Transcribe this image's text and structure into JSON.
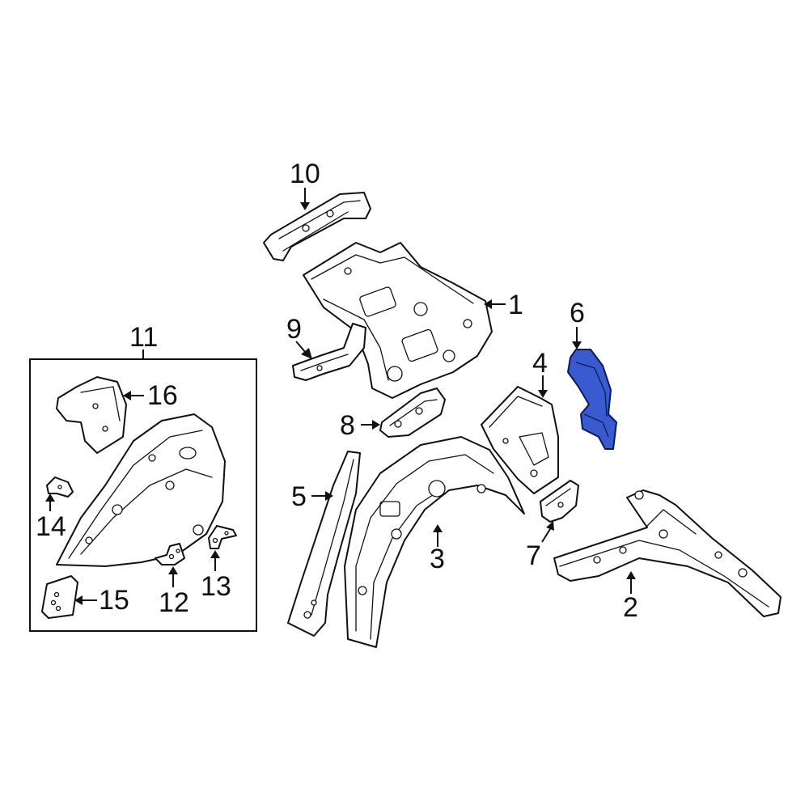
{
  "highlight_color": "#3a5bd0",
  "inset_box": {
    "label": "11"
  },
  "callouts": [
    {
      "part": "quarter-panel-inner-upper",
      "label": "1"
    },
    {
      "part": "rear-side-member",
      "label": "2"
    },
    {
      "part": "wheelhouse-outer",
      "label": "3"
    },
    {
      "part": "lamp-mounting-panel",
      "label": "4"
    },
    {
      "part": "pillar-reinforcement",
      "label": "5"
    },
    {
      "part": "rear-gutter-highlighted",
      "label": "6"
    },
    {
      "part": "support-bracket",
      "label": "7"
    },
    {
      "part": "inner-brace",
      "label": "8"
    },
    {
      "part": "roof-rail-bracket",
      "label": "9"
    },
    {
      "part": "upper-rail-extension",
      "label": "10"
    },
    {
      "part": "inset-bracket-a",
      "label": "12"
    },
    {
      "part": "inset-bracket-b",
      "label": "13"
    },
    {
      "part": "inset-clip",
      "label": "14"
    },
    {
      "part": "inset-lower-plate",
      "label": "15"
    },
    {
      "part": "inset-upper-panel",
      "label": "16"
    }
  ]
}
